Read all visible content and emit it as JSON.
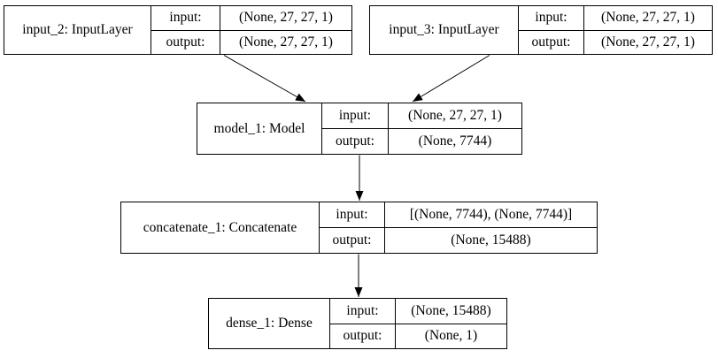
{
  "diagram": {
    "kind": "keras-model-plot",
    "labels": {
      "input": "input:",
      "output": "output:"
    },
    "nodes": [
      {
        "id": "input_2",
        "label": "input_2: InputLayer",
        "input_shape": "(None, 27, 27, 1)",
        "output_shape": "(None, 27, 27, 1)"
      },
      {
        "id": "input_3",
        "label": "input_3: InputLayer",
        "input_shape": "(None, 27, 27, 1)",
        "output_shape": "(None, 27, 27, 1)"
      },
      {
        "id": "model_1",
        "label": "model_1: Model",
        "input_shape": "(None, 27, 27, 1)",
        "output_shape": "(None, 7744)"
      },
      {
        "id": "concatenate_1",
        "label": "concatenate_1: Concatenate",
        "input_shape": "[(None, 7744), (None, 7744)]",
        "output_shape": "(None, 15488)"
      },
      {
        "id": "dense_1",
        "label": "dense_1: Dense",
        "input_shape": "(None, 15488)",
        "output_shape": "(None, 1)"
      }
    ],
    "edges": [
      {
        "from": "input_2",
        "to": "model_1"
      },
      {
        "from": "input_3",
        "to": "model_1"
      },
      {
        "from": "model_1",
        "to": "concatenate_1"
      },
      {
        "from": "concatenate_1",
        "to": "dense_1"
      }
    ],
    "colors": {
      "border": "#000000",
      "background": "#ffffff",
      "text": "#000000"
    }
  }
}
